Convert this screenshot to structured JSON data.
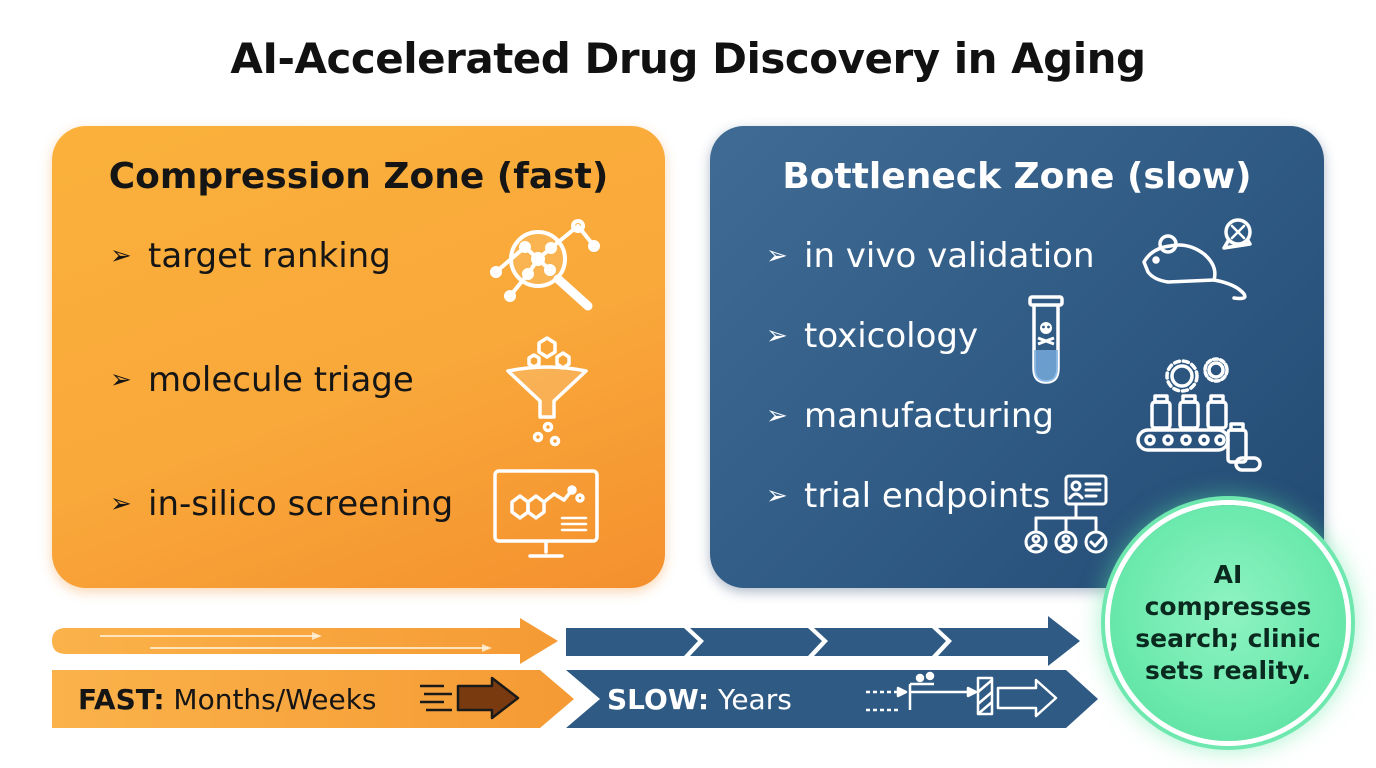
{
  "title": "AI-Accelerated Drug Discovery in Aging",
  "fast_zone": {
    "title": "Compression Zone (fast)",
    "bullet": "➢",
    "items": [
      "target ranking",
      "molecule triage",
      "in-silico screening"
    ],
    "icons": [
      "magnifier-network-icon",
      "funnel-icon",
      "computer-molecule-icon"
    ],
    "color": "#f9a83a"
  },
  "slow_zone": {
    "title": "Bottleneck Zone (slow)",
    "bullet": "➢",
    "items": [
      "in vivo validation",
      "toxicology",
      "manufacturing",
      "trial endpoints"
    ],
    "icons": [
      "mouse-dna-icon",
      "toxic-test-tube-icon",
      "factory-conveyor-icon",
      "patient-hierarchy-icon"
    ],
    "color": "#2f5a84"
  },
  "timeline": {
    "fast_label_bold": "FAST:",
    "fast_label": " Months/Weeks",
    "slow_label_bold": "SLOW:",
    "slow_label": " Years"
  },
  "callout": "AI compresses search; clinic sets reality."
}
